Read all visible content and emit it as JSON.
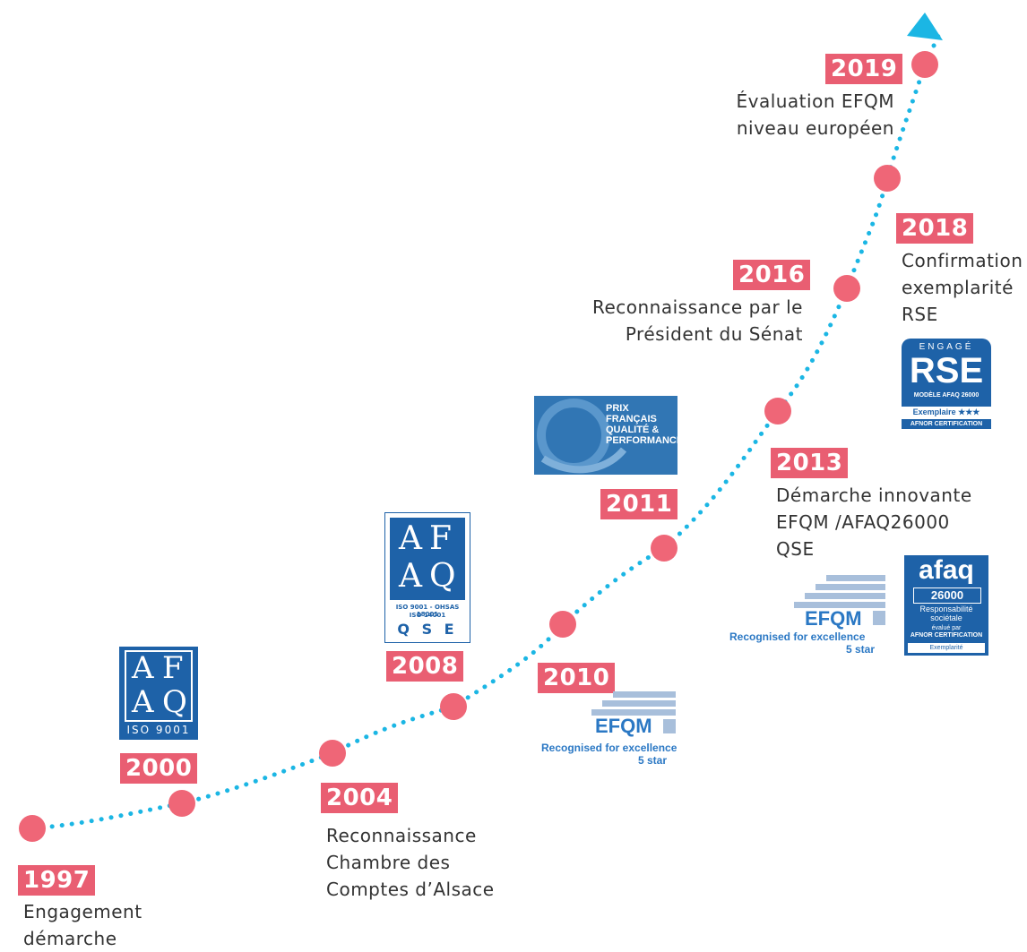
{
  "colors": {
    "dot": "#ef6677",
    "dotted_line": "#1bb6e4",
    "arrow": "#1bb6e4",
    "year_bg": "#e95e72",
    "text": "#333333",
    "logo_blue": "#1e62a8"
  },
  "milestones": [
    {
      "year": "1997",
      "lines": [
        "Engagement",
        "démarche"
      ]
    },
    {
      "year": "2000",
      "lines": []
    },
    {
      "year": "2004",
      "lines": [
        "Reconnaissance",
        "Chambre des",
        "Comptes d’Alsace"
      ]
    },
    {
      "year": "2008",
      "lines": []
    },
    {
      "year": "2010",
      "lines": []
    },
    {
      "year": "2011",
      "lines": []
    },
    {
      "year": "2013",
      "lines": [
        "Démarche innovante",
        "EFQM /AFAQ26000",
        "QSE"
      ]
    },
    {
      "year": "2016",
      "lines": [
        "Reconnaissance par le",
        "Président du Sénat"
      ]
    },
    {
      "year": "2018",
      "lines": [
        "Confirmation",
        "exemplarité",
        "RSE"
      ]
    },
    {
      "year": "2019",
      "lines": [
        "Évaluation EFQM",
        "niveau européen"
      ]
    }
  ],
  "logos": {
    "afaq_iso": {
      "letters": [
        "A",
        "F",
        "A",
        "Q"
      ],
      "caption": "ISO 9001"
    },
    "afaq_qse": {
      "letters": [
        "A",
        "F",
        "A",
        "Q"
      ],
      "caption_small_1": "ISO 9001 - OHSAS 18001",
      "caption_small_2": "ISO 14001",
      "caption": "Q S E"
    },
    "efqm": {
      "word": "EFQM",
      "line1": "Recognised for excellence",
      "line2": "5 star"
    },
    "prix": {
      "lines": [
        "PRIX",
        "FRANÇAIS",
        "QUALITÉ &",
        "PERFORMANCE"
      ]
    },
    "afaq26000": {
      "brand": "afaq",
      "number": "26000",
      "line1": "Responsabilité",
      "line2": "sociétale",
      "line3": "évalué par",
      "line4": "AFNOR CERTIFICATION",
      "line5": "Exemplarité"
    },
    "rse": {
      "top": "ENGAGÉ",
      "big": "RSE",
      "model": "MODÈLE AFAQ 26000",
      "exemplaire": "Exemplaire ★★★",
      "afnor": "AFNOR CERTIFICATION"
    }
  }
}
